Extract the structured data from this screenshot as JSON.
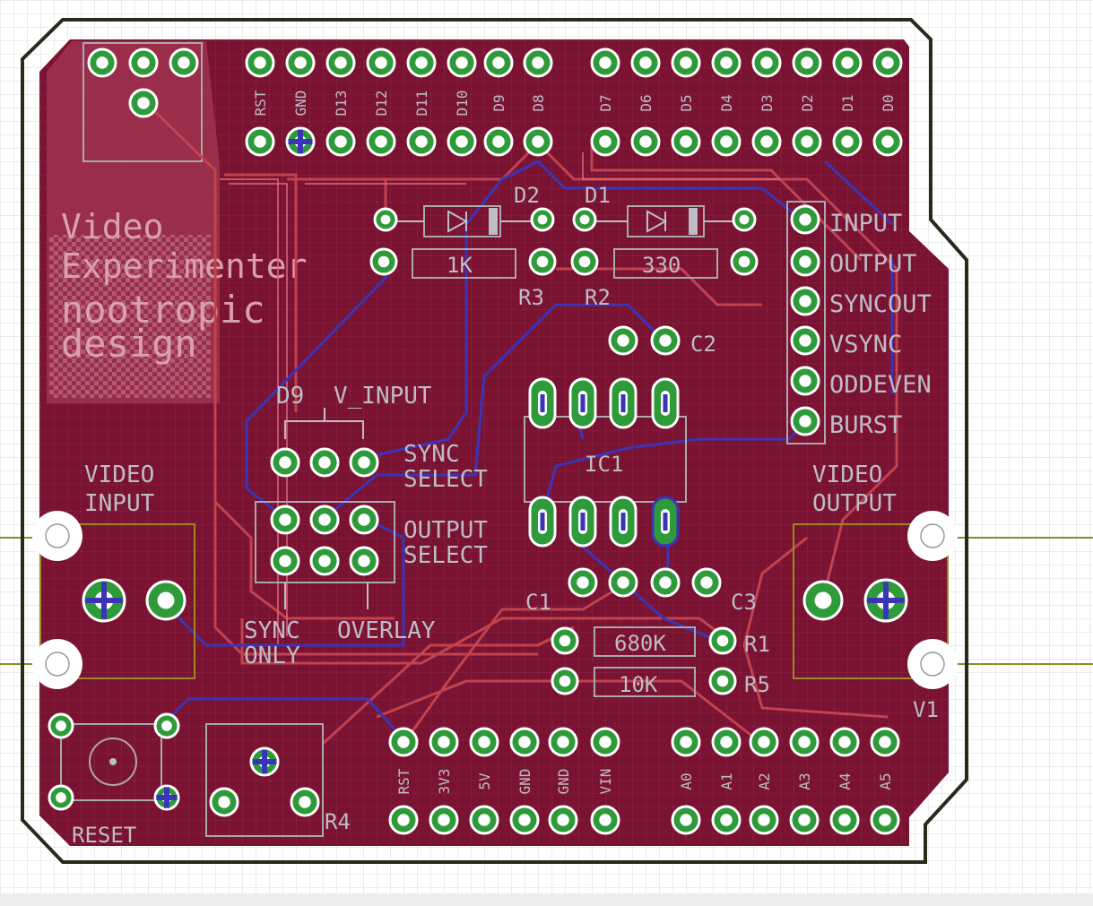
{
  "title_block": {
    "line1": "Video",
    "line2": "Experimenter",
    "line3": "nootropic",
    "line4": "design"
  },
  "header_top_left": [
    "RST",
    "GND",
    "D13",
    "D12",
    "D11",
    "D10",
    "D9",
    "D8"
  ],
  "header_top_right": [
    "D7",
    "D6",
    "D5",
    "D4",
    "D3",
    "D2",
    "D1",
    "D0"
  ],
  "header_bottom_left": [
    "RST",
    "3V3",
    "5V",
    "GND",
    "GND",
    "VIN"
  ],
  "header_bottom_right": [
    "A0",
    "A1",
    "A2",
    "A3",
    "A4",
    "A5"
  ],
  "side_header_labels": [
    "INPUT",
    "OUTPUT",
    "SYNCOUT",
    "VSYNC",
    "ODDEVEN",
    "BURST"
  ],
  "components": {
    "d1": "D1",
    "d2": "D2",
    "r1": "R1",
    "r2": "R2",
    "r3": "R3",
    "r4": "R4",
    "r5": "R5",
    "c1": "C1",
    "c2": "C2",
    "c3": "C3",
    "ic1": "IC1",
    "r3_value": "1K",
    "r2_value": "330",
    "r1_value": "680K",
    "r5_value": "10K",
    "reset": "RESET",
    "v1": "V1"
  },
  "jumpers": {
    "d9": "D9",
    "v_input": "V_INPUT",
    "sync_select_1": "SYNC",
    "sync_select_2": "SELECT",
    "output_select_1": "OUTPUT",
    "output_select_2": "SELECT",
    "sync_only_1": "SYNC",
    "sync_only_2": "ONLY",
    "overlay": "OVERLAY"
  },
  "connectors": {
    "video_input_1": "VIDEO",
    "video_input_2": "INPUT",
    "video_output_1": "VIDEO",
    "video_output_2": "OUTPUT"
  },
  "colors": {
    "board": "#7a1232",
    "top_copper": "#c0434f",
    "bottom_copper": "#3a34b8",
    "pad": "#2f9a3a",
    "silk": "#bdbdc6",
    "outline": "#2a2a1a",
    "dimension": "#8a8a2a"
  }
}
